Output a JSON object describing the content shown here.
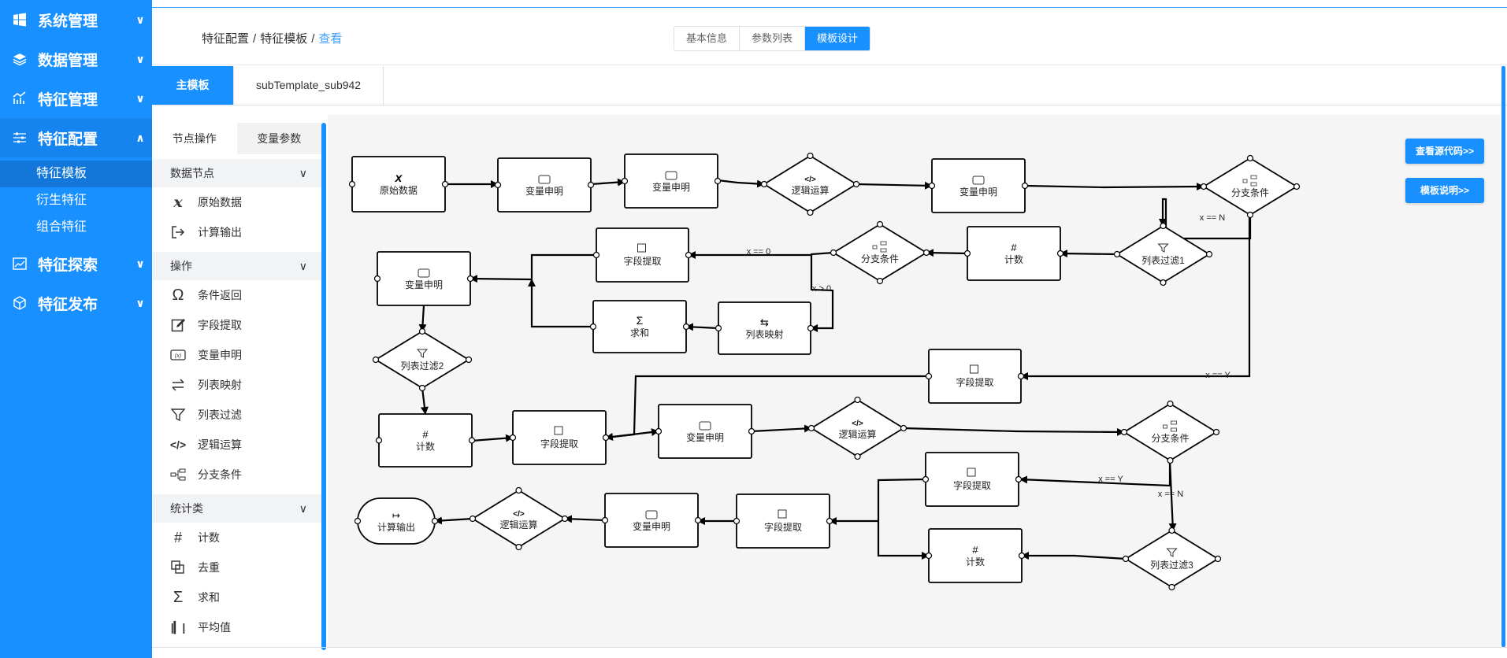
{
  "sidebar": {
    "menus": [
      {
        "label": "系统管理",
        "icon": "windows-icon"
      },
      {
        "label": "数据管理",
        "icon": "layers-icon"
      },
      {
        "label": "特征管理",
        "icon": "chart-line-icon"
      },
      {
        "label": "特征配置",
        "icon": "sliders-icon",
        "expanded": true,
        "children": [
          "特征模板",
          "衍生特征",
          "组合特征"
        ],
        "activeChild": "特征模板"
      },
      {
        "label": "特征探索",
        "icon": "area-chart-icon"
      },
      {
        "label": "特征发布",
        "icon": "cube-icon"
      }
    ]
  },
  "breadcrumb": [
    "特征配置",
    "特征模板",
    "查看"
  ],
  "top_tabs": [
    "基本信息",
    "参数列表",
    "模板设计"
  ],
  "top_tabs_active": "模板设计",
  "template_tabs": [
    "主模板",
    "subTemplate_sub942"
  ],
  "palette": {
    "tabs": [
      "节点操作",
      "变量参数"
    ],
    "groups": [
      {
        "title": "数据节点",
        "items": [
          {
            "label": "原始数据",
            "icon": "variable-x-icon"
          },
          {
            "label": "计算输出",
            "icon": "export-icon"
          }
        ]
      },
      {
        "title": "操作",
        "items": [
          {
            "label": "条件返回",
            "icon": "omega-icon"
          },
          {
            "label": "字段提取",
            "icon": "edit-icon"
          },
          {
            "label": "变量申明",
            "icon": "variable-box-icon"
          },
          {
            "label": "列表映射",
            "icon": "swap-icon"
          },
          {
            "label": "列表过滤",
            "icon": "filter-icon"
          },
          {
            "label": "逻辑运算",
            "icon": "code-icon"
          },
          {
            "label": "分支条件",
            "icon": "branch-icon"
          }
        ]
      },
      {
        "title": "统计类",
        "items": [
          {
            "label": "计数",
            "icon": "hash-icon"
          },
          {
            "label": "去重",
            "icon": "dedupe-icon"
          },
          {
            "label": "求和",
            "icon": "sigma-icon"
          },
          {
            "label": "平均值",
            "icon": "average-icon"
          }
        ]
      }
    ]
  },
  "canvas_buttons": {
    "source": "查看源代码>>",
    "help": "模板说明>>"
  },
  "flow": {
    "nodes": [
      {
        "id": "n1",
        "label": "原始数据",
        "icon": "x"
      },
      {
        "id": "n2",
        "label": "变量申明",
        "icon": "var"
      },
      {
        "id": "n3",
        "label": "变量申明",
        "icon": "var"
      },
      {
        "id": "n4",
        "label": "逻辑运算",
        "icon": "code"
      },
      {
        "id": "n5",
        "label": "变量申明",
        "icon": "var"
      },
      {
        "id": "n6",
        "label": "分支条件",
        "icon": "branch"
      },
      {
        "id": "n7",
        "label": "列表过滤1",
        "icon": "filter"
      },
      {
        "id": "n8",
        "label": "计数",
        "icon": "#"
      },
      {
        "id": "n9",
        "label": "分支条件",
        "icon": "branch"
      },
      {
        "id": "n10",
        "label": "字段提取",
        "icon": "edit"
      },
      {
        "id": "n11",
        "label": "列表映射",
        "icon": "swap"
      },
      {
        "id": "n12",
        "label": "求和",
        "icon": "Σ"
      },
      {
        "id": "n13",
        "label": "变量申明",
        "icon": "var"
      },
      {
        "id": "n14",
        "label": "列表过滤2",
        "icon": "filter"
      },
      {
        "id": "n15",
        "label": "计数",
        "icon": "#"
      },
      {
        "id": "n16",
        "label": "字段提取",
        "icon": "edit"
      },
      {
        "id": "n17",
        "label": "字段提取",
        "icon": "edit"
      },
      {
        "id": "n18",
        "label": "变量申明",
        "icon": "var"
      },
      {
        "id": "n19",
        "label": "逻辑运算",
        "icon": "code"
      },
      {
        "id": "n20",
        "label": "分支条件",
        "icon": "branch"
      },
      {
        "id": "n21",
        "label": "字段提取",
        "icon": "edit"
      },
      {
        "id": "n22",
        "label": "列表过滤3",
        "icon": "filter"
      },
      {
        "id": "n23",
        "label": "计数",
        "icon": "#"
      },
      {
        "id": "n24",
        "label": "字段提取",
        "icon": "edit"
      },
      {
        "id": "n25",
        "label": "变量申明",
        "icon": "var"
      },
      {
        "id": "n26",
        "label": "逻辑运算",
        "icon": "code"
      },
      {
        "id": "n27",
        "label": "计算输出",
        "icon": "export"
      }
    ],
    "edge_labels": [
      "x == N",
      "x == 0",
      "x > 0",
      "x == Y",
      "x == Y",
      "x == N"
    ]
  }
}
